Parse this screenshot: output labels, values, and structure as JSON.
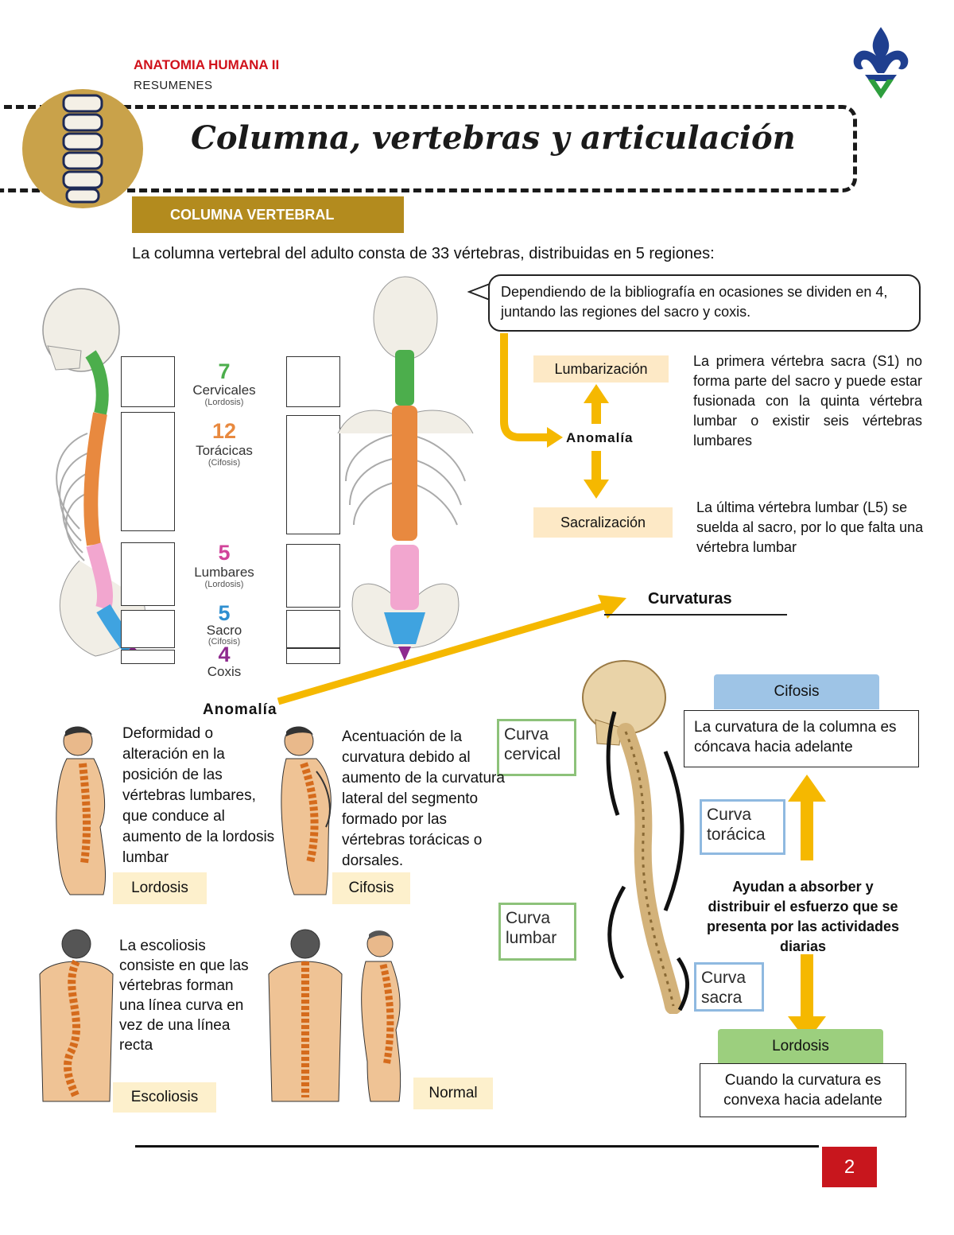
{
  "header": {
    "course": "ANATOMIA HUMANA II",
    "subtitle": "RESUMENES",
    "page_title": "Columna, vertebras y articulación",
    "page_number": "2"
  },
  "section": {
    "title": "COLUMNA VERTEBRAL",
    "intro": "La columna vertebral del adulto consta de 33 vértebras, distribuidas en 5 regiones:"
  },
  "regions": [
    {
      "count": "7",
      "name": "Cervicales",
      "curve": "(Lordosis)",
      "color": "#4cae4c"
    },
    {
      "count": "12",
      "name": "Torácicas",
      "curve": "(Cifosis)",
      "color": "#e8893f"
    },
    {
      "count": "5",
      "name": "Lumbares",
      "curve": "(Lordosis)",
      "color": "#e96fb0"
    },
    {
      "count": "5",
      "name": "Sacro",
      "curve": "(Cifosis)",
      "color": "#3fa3e0"
    },
    {
      "count": "4",
      "name": "Coxis",
      "curve": "",
      "color": "#8e2a8e"
    }
  ],
  "callout": "Dependiendo de la bibliografía en ocasiones se dividen en 4, juntando las regiones del sacro y coxis.",
  "anomaly_top": {
    "label": "Anomalía",
    "lumbarizacion": "Lumbarización",
    "lumbarizacion_text": "La primera vértebra sacra (S1) no forma parte del sacro y puede estar fusionada con la quinta vértebra lumbar o existir seis vértebras lumbares",
    "sacralizacion": "Sacralización",
    "sacralizacion_text": "La última vértebra lumbar (L5) se suelda al sacro, por lo que falta una vértebra lumbar"
  },
  "curvaturas": {
    "heading": "Curvaturas",
    "curva_cervical": "Curva cervical",
    "curva_toracica": "Curva torácica",
    "curva_lumbar": "Curva lumbar",
    "curva_sacra": "Curva sacra",
    "cifosis_title": "Cifosis",
    "cifosis_def": "La curvatura de la columna es cóncava hacia adelante",
    "middle": "Ayudan a absorber y distribuir el esfuerzo que se presenta por las actividades diarias",
    "lordosis_title": "Lordosis",
    "lordosis_def": "Cuando la curvatura es convexa hacia adelante"
  },
  "anomaly_bottom": {
    "label": "Anomalía",
    "lordosis_text": "Deformidad o alteración en la posición de las vértebras lumbares, que conduce al aumento de la lordosis lumbar",
    "lordosis_label": "Lordosis",
    "cifosis_text": "Acentuación de la curvatura debido al aumento de la curvatura lateral del segmento formado por las vértebras torácicas o dorsales.",
    "cifosis_label": "Cifosis",
    "escoliosis_text": "La escoliosis consiste en que las vértebras forman una línea curva en vez de una línea recta",
    "escoliosis_label": "Escoliosis",
    "normal_label": "Normal"
  },
  "colors": {
    "accent_red": "#d0121b",
    "gold": "#b38b1e",
    "arrow": "#f5b800",
    "logo_blue": "#1f3f8f",
    "logo_green": "#2e9e3e"
  }
}
